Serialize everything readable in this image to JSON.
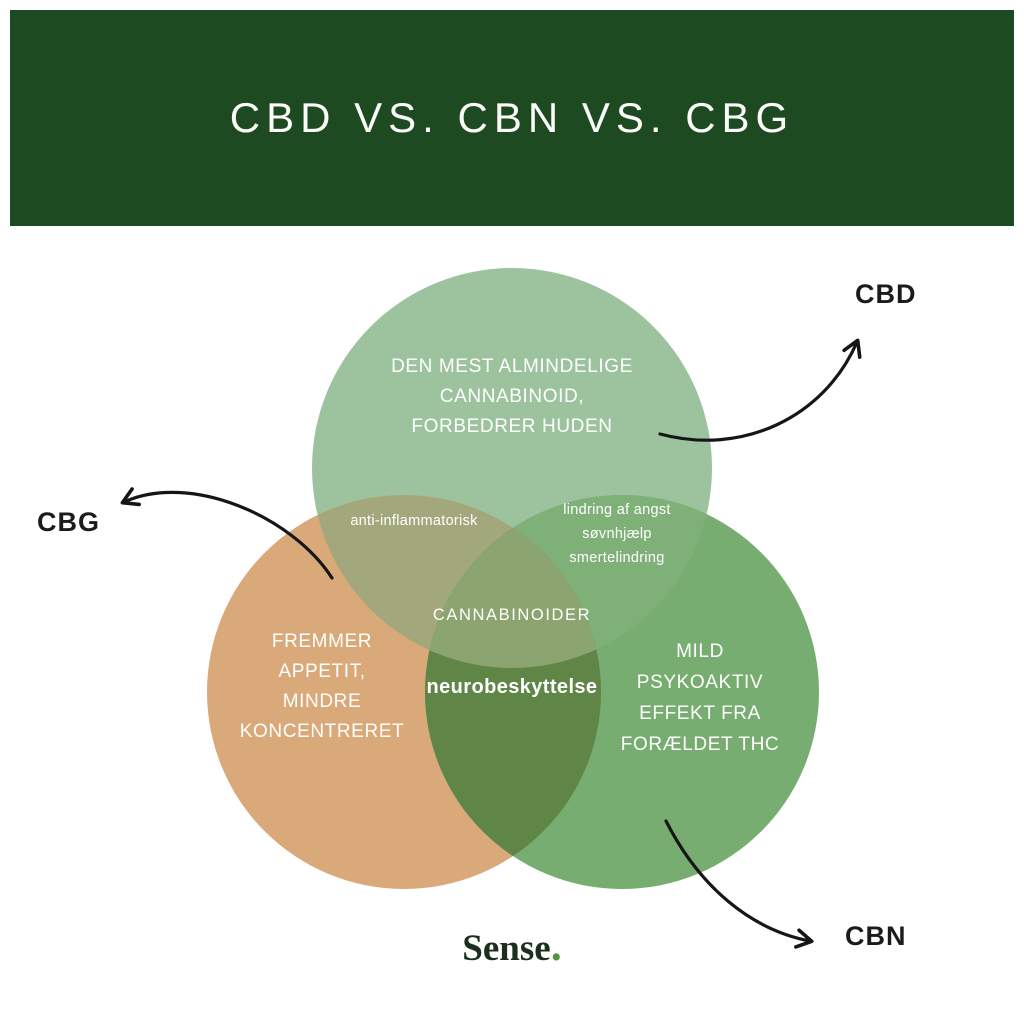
{
  "header": {
    "title": "CBD VS. CBN VS. CBG",
    "bg_color": "#1e4a21",
    "text_color": "#fbfbf9"
  },
  "venn": {
    "cbd": {
      "label": "CBD",
      "color": "#9cc29e",
      "lines": [
        "DEN MEST ALMINDELIGE",
        "CANNABINOID,",
        "FORBEDRER HUDEN"
      ]
    },
    "cbg": {
      "label": "CBG",
      "color": "#d9a97a",
      "lines": [
        "FREMMER",
        "APPETIT,",
        "MINDRE",
        "KONCENTRERET"
      ]
    },
    "cbn": {
      "label": "CBN",
      "color": "#77ad70",
      "lines": [
        "MILD",
        "PSYKOAKTIV",
        "EFFEKT FRA",
        "FORÆLDET THC"
      ]
    },
    "overlap_cbd_cbg": {
      "text": "anti-inflammatorisk",
      "color": "#a3a87c"
    },
    "overlap_cbd_cbn": {
      "lines": [
        "lindring af angst",
        "søvnhjælp",
        "smertelindring"
      ],
      "color": "#7fb078"
    },
    "overlap_cbg_cbn": {
      "text": "neurobeskyttelse",
      "color": "#5f8547"
    },
    "center_label": {
      "text": "CANNABINOIDER",
      "color": "#8ca470"
    }
  },
  "arrows": {
    "color": "#161616"
  },
  "footer": {
    "brand": "Sense",
    "dot": ".",
    "dot_color": "#53953d"
  }
}
